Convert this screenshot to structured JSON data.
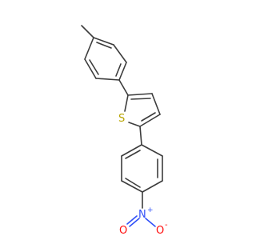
{
  "molecule": {
    "atom_labels": {
      "sulfur": "S",
      "nitrogen": "N",
      "nitrogen_charge": "+",
      "oxygen_left": "O",
      "oxygen_right": "O",
      "oxygen_right_charge": "-"
    },
    "colors": {
      "bond": "#3c3c3c",
      "sulfur": "#b8a400",
      "nitrogen": "#3050f8",
      "oxygen": "#ff0d0d"
    }
  }
}
